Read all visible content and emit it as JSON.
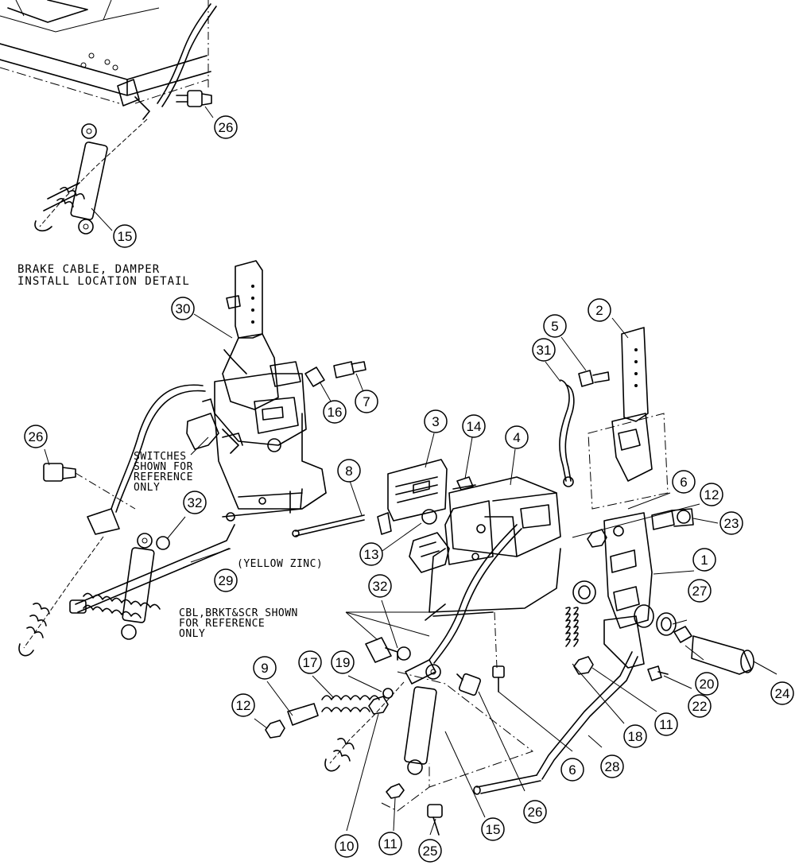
{
  "notes": {
    "detail_line1": "BRAKE CABLE, DAMPER",
    "detail_line2": "INSTALL LOCATION DETAIL",
    "switches_line1": "SWITCHES",
    "switches_line2": "SHOWN FOR",
    "switches_line3": "REFERENCE",
    "switches_line4": "ONLY",
    "yellow_zinc": "(YELLOW ZINC)",
    "cbl_line1": "CBL,BRKT&SCR SHOWN",
    "cbl_line2": "FOR REFERENCE",
    "cbl_line3": "ONLY"
  },
  "callouts": [
    {
      "id": "c26a",
      "label": "26"
    },
    {
      "id": "c15a",
      "label": "15"
    },
    {
      "id": "c30",
      "label": "30"
    },
    {
      "id": "c2",
      "label": "2"
    },
    {
      "id": "c5",
      "label": "5"
    },
    {
      "id": "c31",
      "label": "31"
    },
    {
      "id": "c16",
      "label": "16"
    },
    {
      "id": "c7",
      "label": "7"
    },
    {
      "id": "c26b",
      "label": "26"
    },
    {
      "id": "c3",
      "label": "3"
    },
    {
      "id": "c14",
      "label": "14"
    },
    {
      "id": "c4",
      "label": "4"
    },
    {
      "id": "c6a",
      "label": "6"
    },
    {
      "id": "c12a",
      "label": "12"
    },
    {
      "id": "c23",
      "label": "23"
    },
    {
      "id": "c8",
      "label": "8"
    },
    {
      "id": "c32a",
      "label": "32"
    },
    {
      "id": "c13",
      "label": "13"
    },
    {
      "id": "c1",
      "label": "1"
    },
    {
      "id": "c29",
      "label": "29"
    },
    {
      "id": "c32b",
      "label": "32"
    },
    {
      "id": "c27",
      "label": "27"
    },
    {
      "id": "c9",
      "label": "9"
    },
    {
      "id": "c17",
      "label": "17"
    },
    {
      "id": "c19",
      "label": "19"
    },
    {
      "id": "c12b",
      "label": "12"
    },
    {
      "id": "c20",
      "label": "20"
    },
    {
      "id": "c24",
      "label": "24"
    },
    {
      "id": "c22",
      "label": "22"
    },
    {
      "id": "c11a",
      "label": "11"
    },
    {
      "id": "c18",
      "label": "18"
    },
    {
      "id": "c6b",
      "label": "6"
    },
    {
      "id": "c28",
      "label": "28"
    },
    {
      "id": "c26c",
      "label": "26"
    },
    {
      "id": "c15b",
      "label": "15"
    },
    {
      "id": "c10",
      "label": "10"
    },
    {
      "id": "c11b",
      "label": "11"
    },
    {
      "id": "c25",
      "label": "25"
    }
  ]
}
